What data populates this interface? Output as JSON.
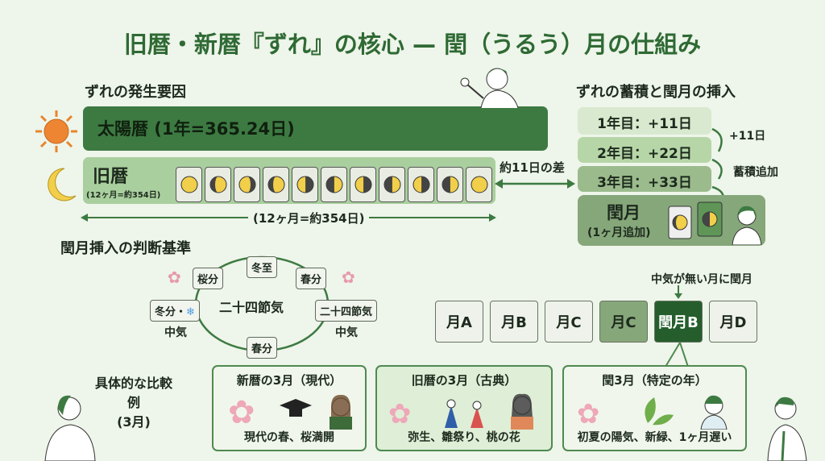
{
  "title": "旧暦・新暦『ずれ』の核心 — 閏（うるう）月の仕組み",
  "cause": {
    "heading": "ずれの発生要因",
    "solar": "太陽暦 (1年=365.24日)",
    "lunar_name": "旧暦",
    "lunar_sub": "(12ヶ月=約354日)",
    "span_label": "(12ヶ月=約354日)",
    "diff_label": "約11日の差",
    "moon_phases": [
      "full",
      "waxing-thin",
      "waxing-crescent",
      "first-quarter",
      "half-left",
      "half-right",
      "half-left",
      "gibbous",
      "half",
      "gibbous",
      "full"
    ]
  },
  "accum": {
    "heading": "ずれの蓄積と閏月の挿入",
    "rows": [
      "1年目：+11日",
      "2年目：+22日",
      "3年目：+33日"
    ],
    "step_label": "+11日",
    "acc_label": "蓄積追加",
    "leap_name": "閏月",
    "leap_sub": "(1ヶ月追加)"
  },
  "criteria": {
    "heading": "閏月挿入の判断基準",
    "center": "二十四節気",
    "top": "冬至",
    "top_left": "桜分",
    "top_right": "春分",
    "left": "冬分・",
    "right": "二十四節気",
    "bottom": "春分",
    "left_caption": "中気",
    "right_caption": "中気"
  },
  "months": {
    "note": "中気が無い月に閏月",
    "items": [
      "月A",
      "月B",
      "月C",
      "月C",
      "閏月B",
      "月D"
    ]
  },
  "examples": {
    "heading": "具体的な比較例",
    "sub": "(3月)",
    "cards": [
      {
        "title": "新暦の3月（現代）",
        "caption": "現代の春、桜満開"
      },
      {
        "title": "旧暦の3月（古典）",
        "caption": "弥生、雛祭り、桃の花"
      },
      {
        "title": "閏3月（特定の年）",
        "caption": "初夏の陽気、新緑、1ヶ月遅い"
      }
    ]
  },
  "colors": {
    "dark_green": "#3d7a42",
    "light_green": "#a9cf9e",
    "leap": "#255e2c"
  }
}
